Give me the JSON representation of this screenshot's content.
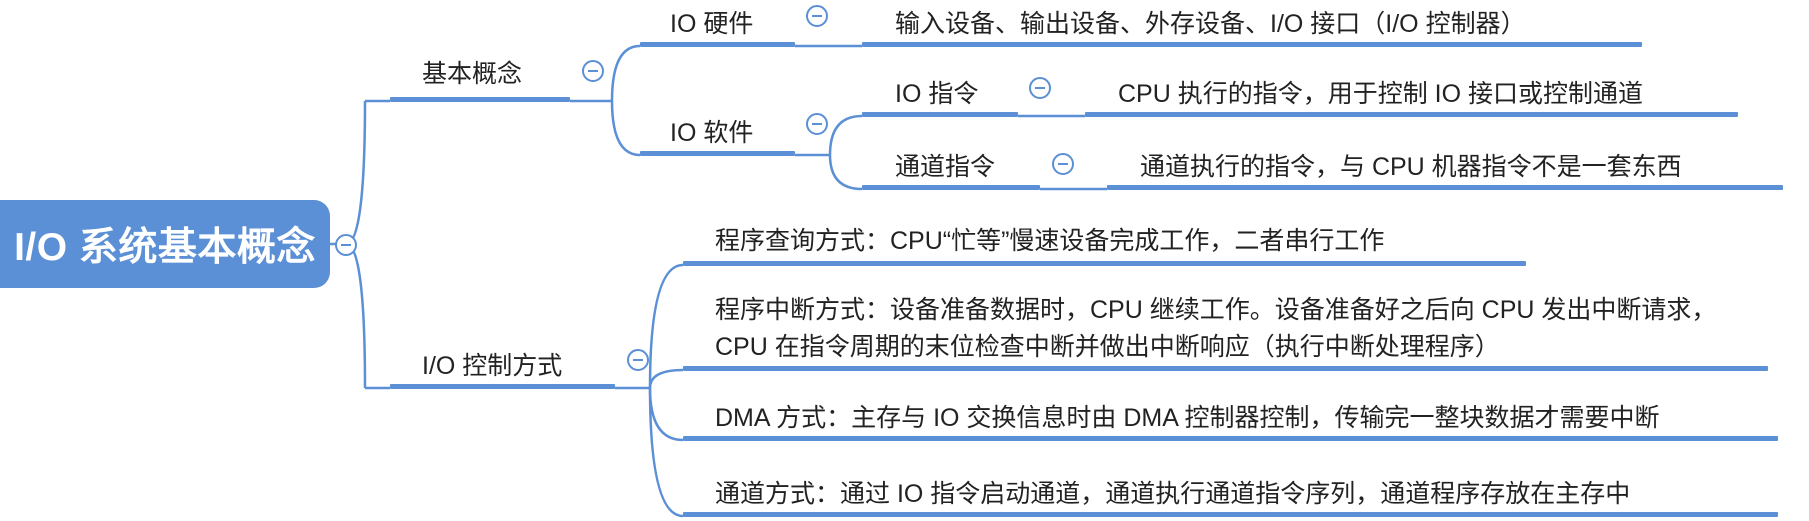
{
  "root": {
    "label": "I/O 系统基本概念"
  },
  "basic": {
    "label": "基本概念",
    "hardware": {
      "label": "IO 硬件",
      "desc": "输入设备、输出设备、外存设备、I/O 接口（I/O 控制器）"
    },
    "software": {
      "label": "IO 软件",
      "io_instr": {
        "label": "IO 指令",
        "desc": "CPU 执行的指令，用于控制 IO 接口或控制通道"
      },
      "channel_instr": {
        "label": "通道指令",
        "desc": "通道执行的指令，与 CPU 机器指令不是一套东西"
      }
    }
  },
  "control": {
    "label": "I/O 控制方式",
    "methods": [
      "程序查询方式：CPU“忙等”慢速设备完成工作，二者串行工作",
      "程序中断方式：设备准备数据时，CPU 继续工作。设备准备好之后向 CPU 发出中断请求，CPU 在指令周期的末位检查中断并做出中断响应（执行中断处理程序）",
      "DMA 方式：主存与 IO 交换信息时由 DMA 控制器控制，传输完一整块数据才需要中断",
      "通道方式：通过 IO 指令启动通道，通道执行通道指令序列，通道程序存放在主存中"
    ]
  },
  "colors": {
    "accent": "#5b8fd6",
    "text": "#222222",
    "background": "#ffffff"
  }
}
